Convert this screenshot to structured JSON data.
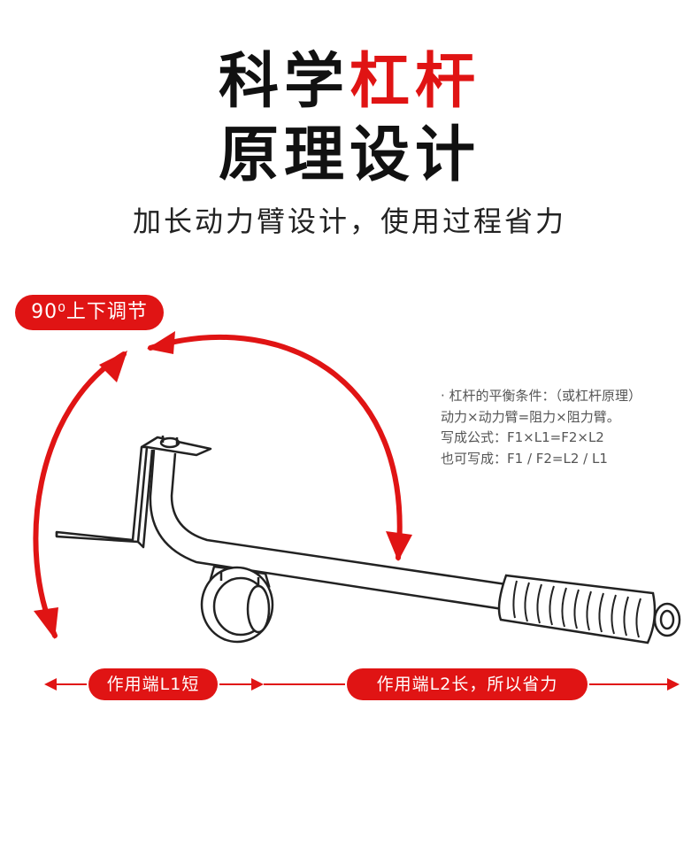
{
  "title": {
    "line1_black": "科学",
    "line1_red": "杠杆",
    "line2": "原理设计"
  },
  "subtitle": "加长动力臂设计，使用过程省力",
  "badge": "90⁰上下调节",
  "formula": [
    "· 杠杆的平衡条件：（或杠杆原理）",
    "动力×动力臂=阻力×阻力臂。",
    "写成公式：F1×L1=F2×L2",
    "也可写成：F1 / F2=L2 / L1"
  ],
  "labels": {
    "l1": "作用端L1短",
    "l2": "作用端L2长，所以省力"
  },
  "colors": {
    "accent": "#e01414",
    "ink": "#222222"
  }
}
